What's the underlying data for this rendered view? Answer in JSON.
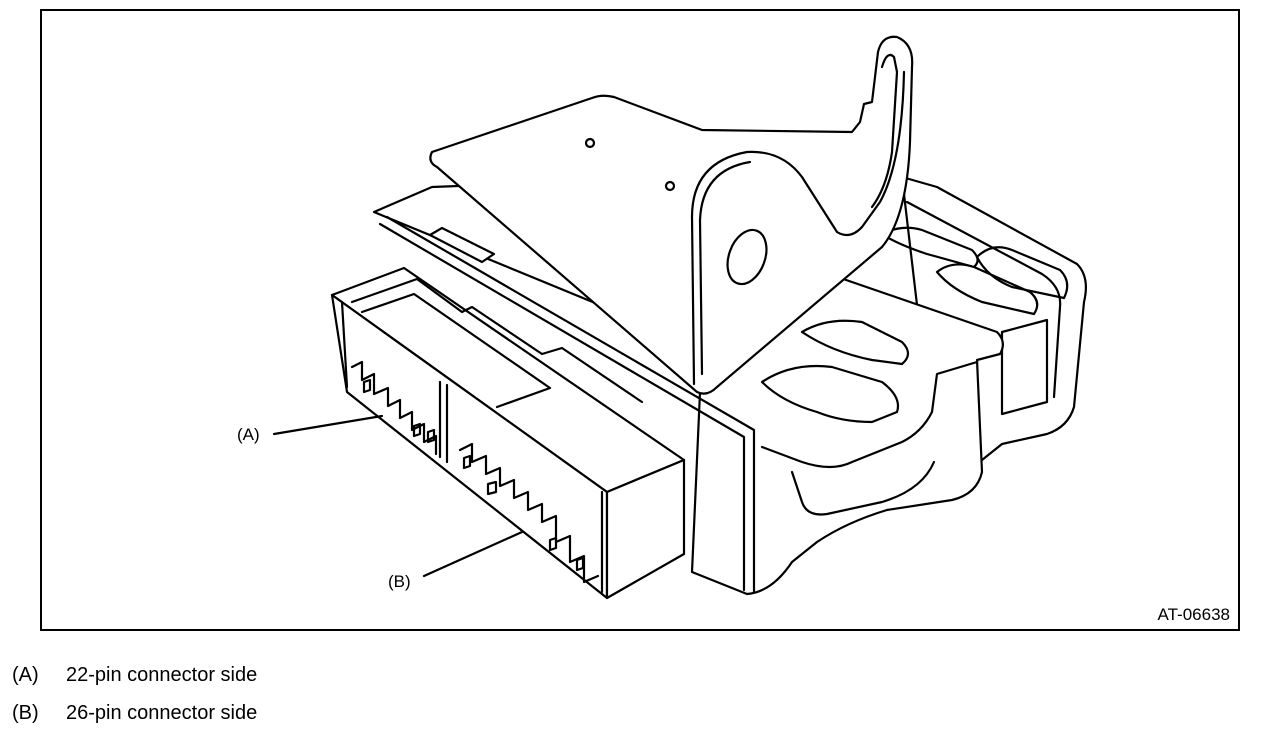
{
  "figure": {
    "code": "AT-06638",
    "callouts": {
      "a": "(A)",
      "b": "(B)"
    }
  },
  "legend": [
    {
      "key": "(A)",
      "text": "22-pin connector side"
    },
    {
      "key": "(B)",
      "text": "26-pin connector side"
    }
  ]
}
